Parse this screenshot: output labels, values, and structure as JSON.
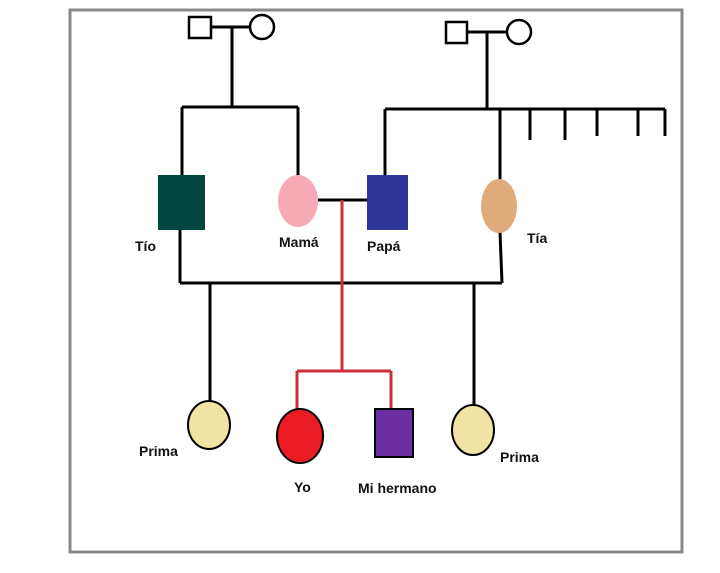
{
  "colors": {
    "frame": "#888888",
    "line": "#000000",
    "descent": "#cc2e3a",
    "tio": "#03473f",
    "mama": "#f8a9b6",
    "papa": "#2e3798",
    "tia": "#e0ab7b",
    "prima": "#f1e3a3",
    "yo": "#ec1c24",
    "hermano": "#6b2ea1",
    "outline": "#000000"
  },
  "members": {
    "grandfather_left": {
      "shape": "square"
    },
    "grandmother_left": {
      "shape": "circle"
    },
    "grandfather_right": {
      "shape": "square"
    },
    "grandmother_right": {
      "shape": "circle"
    },
    "tio": {
      "label": "Tío",
      "shape": "square"
    },
    "mama": {
      "label": "Mamá",
      "shape": "circle"
    },
    "papa": {
      "label": "Papá",
      "shape": "square"
    },
    "tia": {
      "label": "Tía",
      "shape": "circle"
    },
    "prima_left": {
      "label": "Prima",
      "shape": "circle"
    },
    "yo": {
      "label": "Yo",
      "shape": "circle"
    },
    "hermano": {
      "label": "Mi hermano",
      "shape": "square"
    },
    "prima_right": {
      "label": "Prima",
      "shape": "circle"
    }
  },
  "unnamed_siblings_right": 5
}
